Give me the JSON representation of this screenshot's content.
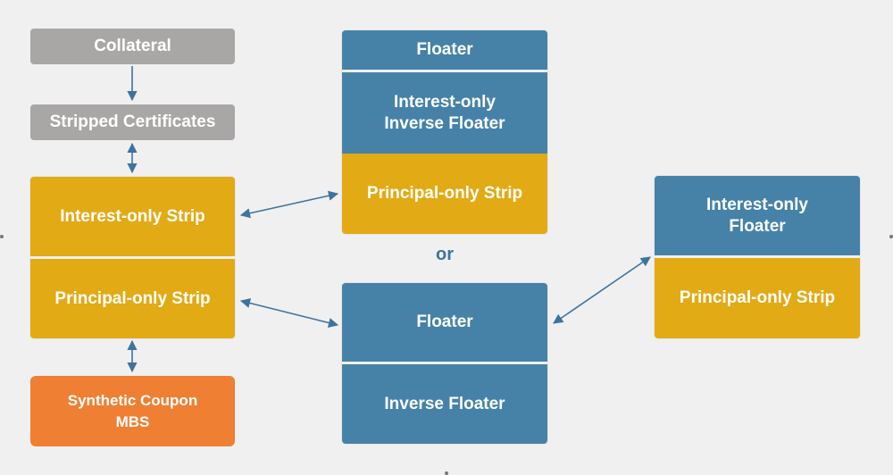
{
  "diagram": {
    "collateral": "Collateral",
    "stripped_certificates": "Stripped Certificates",
    "left_stack": {
      "top": "Interest-only Strip",
      "bottom": "Principal-only Strip"
    },
    "synthetic": "Synthetic Coupon\nMBS",
    "mid_top_stack": {
      "row1": "Floater",
      "row2": "Interest-only\nInverse Floater",
      "row3": "Principal-only Strip"
    },
    "or_label": "or",
    "mid_bottom_stack": {
      "row1": "Floater",
      "row2": "Inverse Floater"
    },
    "right_stack": {
      "top": "Interest-only\nFloater",
      "bottom": "Principal-only Strip"
    }
  },
  "colors": {
    "gray": "#a9a6a6",
    "gold": "#e2aa14",
    "blue": "#4682a8",
    "orange": "#ef7f32",
    "arrow": "#3e73a0",
    "background": "#f0f0f0"
  }
}
